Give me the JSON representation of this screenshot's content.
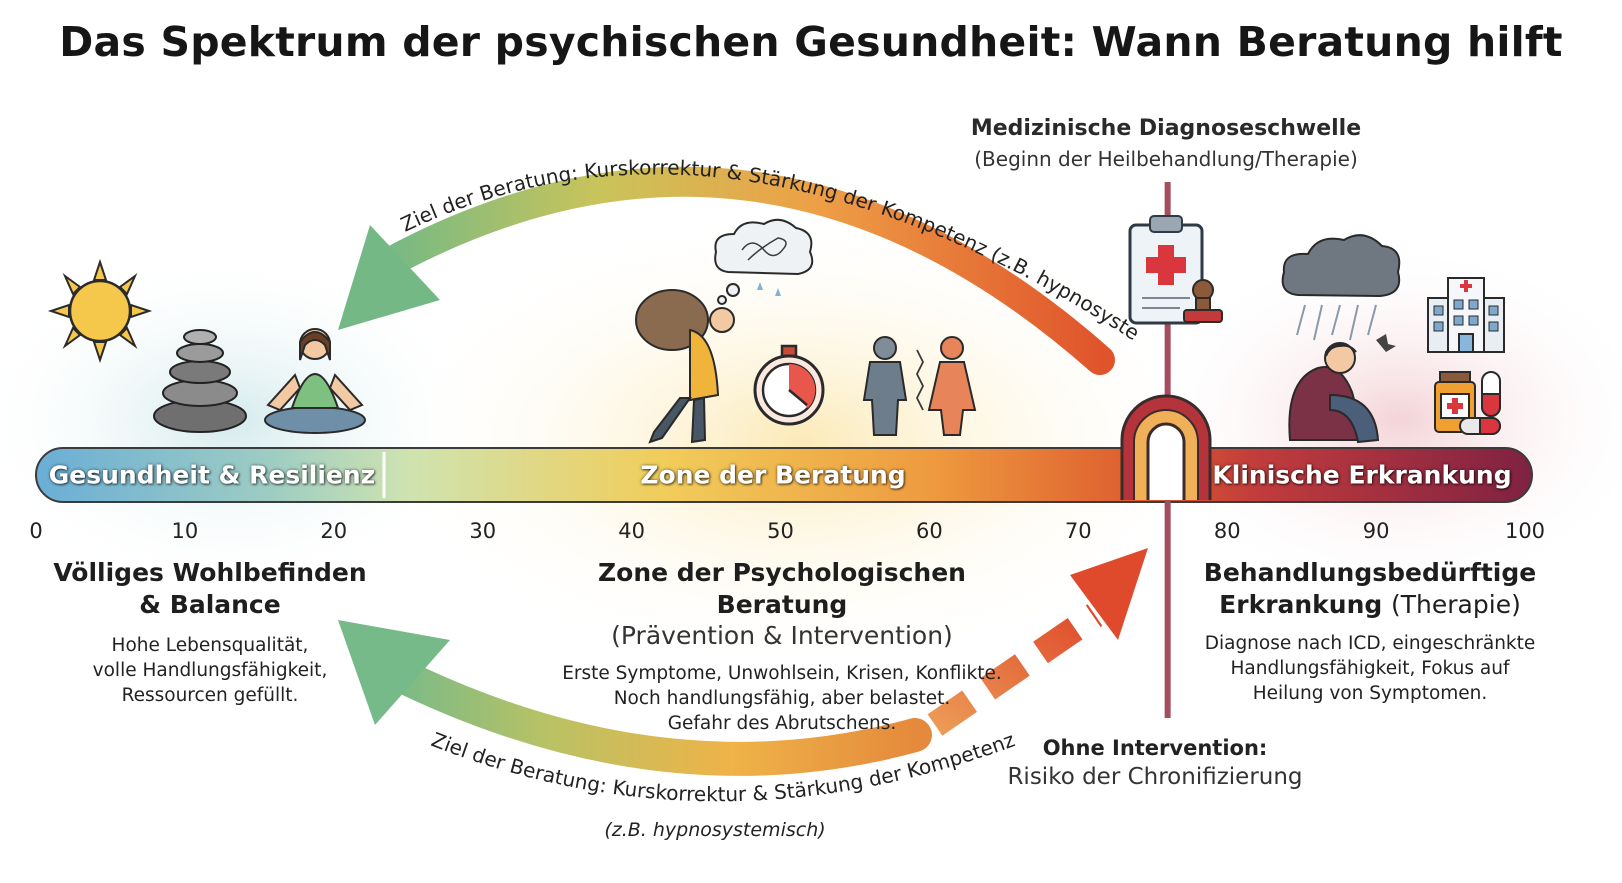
{
  "title": "Das Spektrum der psychischen Gesundheit: Wann Beratung hilft",
  "threshold": {
    "title": "Medizinische Diagnoseschwelle",
    "subtitle": "(Beginn der Heilbehandlung/Therapie)",
    "value": 76
  },
  "scale": {
    "min": 0,
    "max": 100,
    "ticks": [
      "0",
      "10",
      "20",
      "30",
      "40",
      "50",
      "60",
      "70",
      "80",
      "90",
      "100"
    ]
  },
  "bar_segments": [
    {
      "label": "Gesundheit & Resilienz",
      "from": 0,
      "to": 23
    },
    {
      "label": "Zone der Beratung",
      "from": 23,
      "to": 76
    },
    {
      "label": "Klinische Erkrankung",
      "from": 76,
      "to": 100
    }
  ],
  "top_arrow_label": "Ziel der Beratung: Kurskorrektur & Stärkung der Kompetenz (z.B. hypnosystemisch)",
  "bottom_arrow_label": "Ziel der Beratung: Kurskorrektur & Stärkung der Kompetenz",
  "bottom_arrow_sublabel": "(z.B. hypnosystemisch)",
  "columns": {
    "left": {
      "heading_line1": "Völliges Wohlbefinden",
      "heading_line2": "& Balance",
      "text": [
        "Hohe Lebensqualität,",
        "volle Handlungsfähigkeit,",
        "Ressourcen gefüllt."
      ]
    },
    "middle": {
      "heading": "Zone der Psychologischen Beratung",
      "subheading": "(Prävention & Intervention)",
      "text": [
        "Erste Symptome, Unwohlsein, Krisen, Konflikte.",
        "Noch handlungsfähig, aber belastet.",
        "Gefahr des Abrutschens."
      ]
    },
    "right": {
      "heading_line1": "Behandlungsbedürftige",
      "heading_line2_bold": "Erkrankung",
      "heading_line2_normal": "(Therapie)",
      "text": [
        "Diagnose nach ICD, eingeschränkte",
        "Handlungsfähigkeit, Fokus auf",
        "Heilung von Symptomen."
      ]
    }
  },
  "risk": {
    "title": "Ohne Intervention:",
    "subtitle": "Risiko der Chronifizierung"
  },
  "colors": {
    "health": "#6aaed6",
    "green": "#7dc08a",
    "yellow": "#f1cd5a",
    "orange": "#e98a3b",
    "red": "#d9482f",
    "clinical": "#9b2b45",
    "threshold_line": "#a34d5e"
  },
  "icons": {
    "health_zone": [
      "sun-icon",
      "stacked-stones-icon",
      "meditating-person-icon"
    ],
    "counseling_zone": [
      "burdened-person-icon",
      "worry-cloud-icon",
      "stopwatch-icon",
      "conflict-couple-icon"
    ],
    "threshold": [
      "clipboard-icon",
      "stamp-icon",
      "arch-gate-icon"
    ],
    "clinical_zone": [
      "rain-cloud-icon",
      "distressed-person-icon",
      "hospital-icon",
      "medicine-icon"
    ]
  }
}
